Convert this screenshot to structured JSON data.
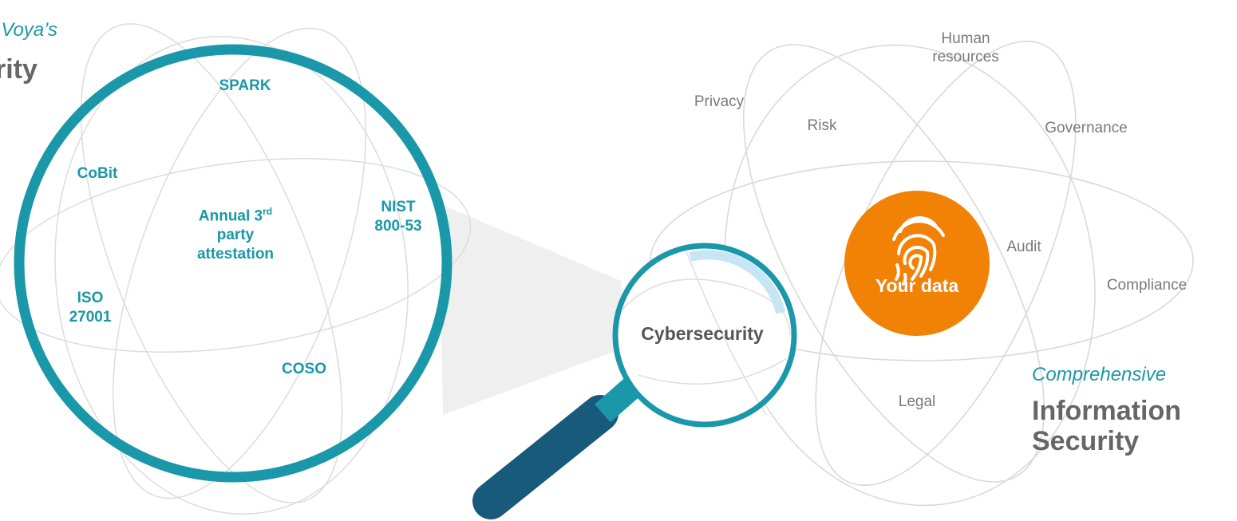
{
  "left_heading": {
    "italic": "f Voya’s",
    "bold": "rity"
  },
  "frameworks": {
    "spark": "SPARK",
    "cobit": "CoBit",
    "nist_1": "NIST",
    "nist_2": "800-53",
    "annual_1": "Annual 3",
    "annual_sup": "rd",
    "annual_2": "party",
    "annual_3": "attestation",
    "iso_1": "ISO",
    "iso_2": "27001",
    "coso": "COSO"
  },
  "magnifier_label": "Cybersecurity",
  "domains": {
    "human_1": "Human",
    "human_2": "resources",
    "privacy": "Privacy",
    "risk": "Risk",
    "governance": "Governance",
    "audit": "Audit",
    "compliance": "Compliance",
    "legal": "Legal"
  },
  "core_label": "Your data",
  "right_heading": {
    "italic": "Comprehensive",
    "bold_1": "Information",
    "bold_2": "Security"
  },
  "colors": {
    "teal": "#1a97a8",
    "orange": "#f28206",
    "navy": "#175a7c",
    "line": "#d7d7d7",
    "text_grey": "#7a7a7a"
  }
}
